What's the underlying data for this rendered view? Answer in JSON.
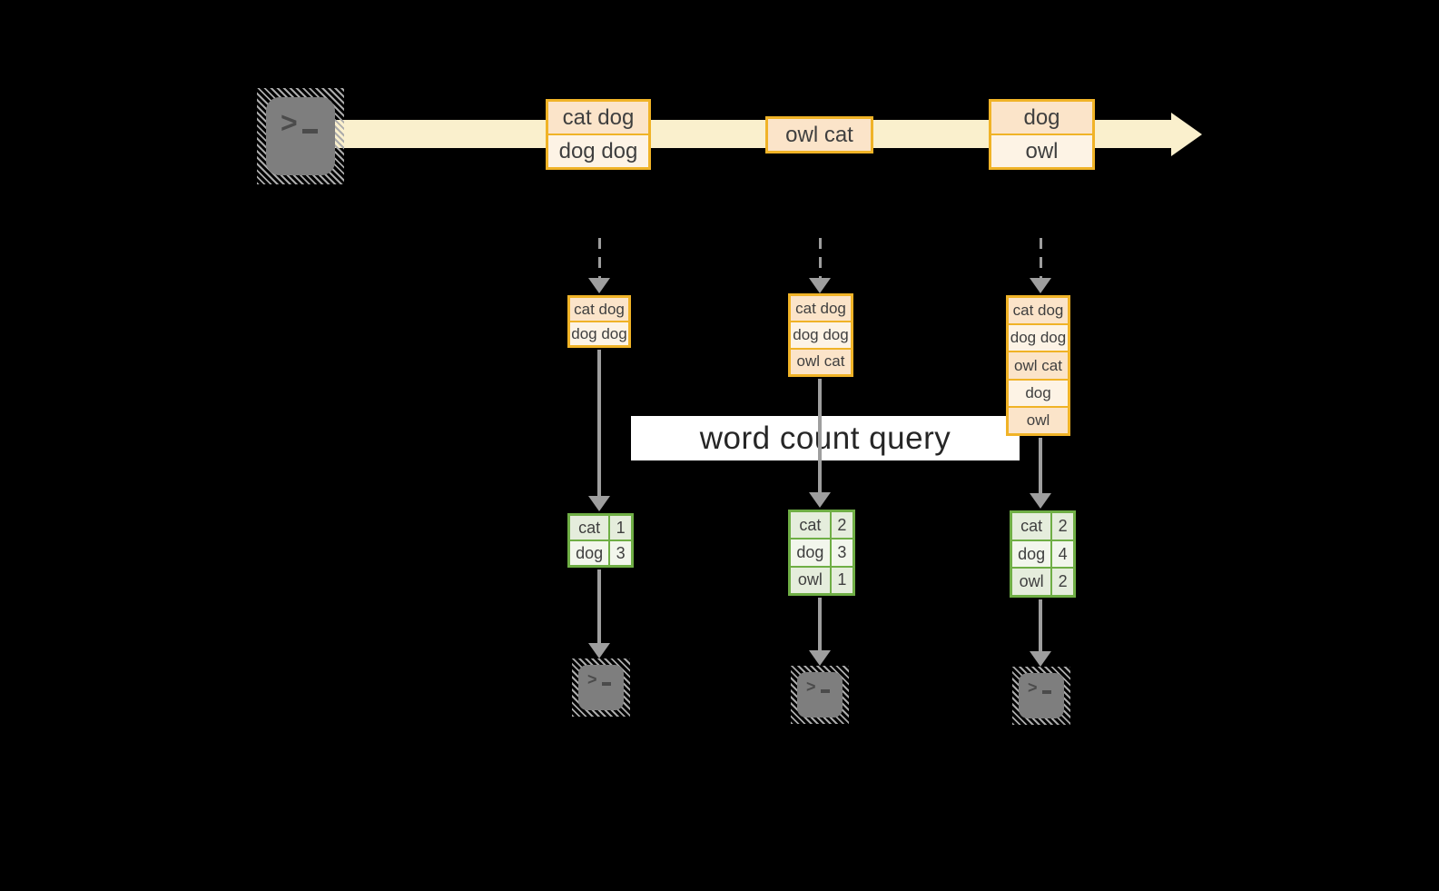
{
  "banner": {
    "label": "word count query",
    "bg": "#FFFFFF"
  },
  "stream": {
    "band_color": "#FAF0CD",
    "events": [
      {
        "lines": [
          "cat dog",
          "dog dog"
        ]
      },
      {
        "lines": [
          "owl cat"
        ]
      },
      {
        "lines": [
          "dog",
          "owl"
        ]
      }
    ]
  },
  "columns": [
    {
      "state": [
        "cat dog",
        "dog dog"
      ],
      "result": [
        [
          "cat",
          "1"
        ],
        [
          "dog",
          "3"
        ]
      ]
    },
    {
      "state": [
        "cat dog",
        "dog dog",
        "owl cat"
      ],
      "result": [
        [
          "cat",
          "2"
        ],
        [
          "dog",
          "3"
        ],
        [
          "owl",
          "1"
        ]
      ]
    },
    {
      "state": [
        "cat dog",
        "dog dog",
        "owl cat",
        "dog",
        "owl"
      ],
      "result": [
        [
          "cat",
          "2"
        ],
        [
          "dog",
          "4"
        ],
        [
          "owl",
          "2"
        ]
      ]
    }
  ],
  "icons": {
    "terminal_prompt_chevron": ">",
    "terminal_prompt_cursor": "_"
  },
  "colors": {
    "background": "#000000",
    "event_box_border": "#F0B327",
    "event_fill_dark": "#FBE4C9",
    "event_fill_light": "#FDF3E5",
    "stream_band": "#FAF0CD",
    "result_table_border": "#6FAE45",
    "result_fill_dark": "#E5EDDC",
    "result_fill_light": "#F2F6EC",
    "arrow_gray": "#9E9E9E",
    "terminal_gray": "#7E7E7E",
    "text": "#3F3F3F"
  }
}
